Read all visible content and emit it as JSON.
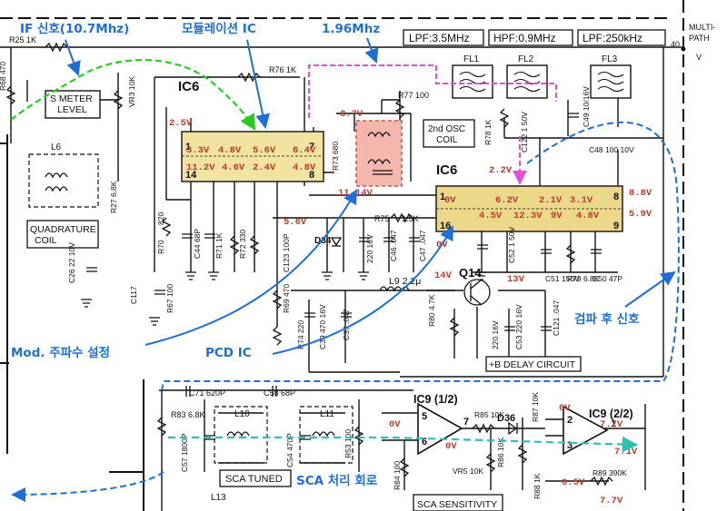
{
  "annotations": {
    "if_signal": "IF 신호(10.7Mhz)",
    "mod_ic": "모듈레이션 IC",
    "osc": "1.96Mhz",
    "mod_freq": "Mod. 주파수 설정",
    "pcd_ic": "PCD IC",
    "detected": "검파 후 신호",
    "sca": "SCA 처리 회로"
  },
  "filters": {
    "lpf1": "LPF:3.5MHz",
    "hpf": "HPF:0.9MHz",
    "lpf2": "LPF:250kHz"
  },
  "edge": {
    "multi": "MULTI-",
    "path": "PATH",
    "v": "V",
    "pin40": "40"
  },
  "labels": {
    "s_meter1": "S METER",
    "s_meter2": "LEVEL",
    "quad1": "QUADRATURE",
    "quad2": "COIL",
    "osc_coil1": "2nd OSC",
    "osc_coil2": "COIL",
    "sca_tuned": "SCA TUNED",
    "sca_sens": "SCA SENSITIVITY",
    "delay": "+B DELAY CIRCUIT",
    "ic6a": "IC6",
    "ic6b": "IC6",
    "ic9a": "IC9 (1/2)",
    "ic9b": "IC9 (2/2)",
    "q14": "Q14",
    "d36": "D36",
    "d34": "D34",
    "fl1": "FL1",
    "fl2": "FL2",
    "fl3": "FL3",
    "l6": "L6",
    "l9": "L9 2.2μ",
    "l10": "L10",
    "l11": "L11",
    "l13": "L13"
  },
  "components": {
    "r25": "R25 1K",
    "r68": "R68 470",
    "vr3": "VR3 10K",
    "r27": "R27 6.8K",
    "r76": "R76 1K",
    "r77": "R77 100",
    "r73": "R73 680",
    "r78": "R78 1K",
    "c122": "C122 1 50V",
    "c49": "C49 10/16V",
    "c48": "C48 100 10V",
    "r75": "R75",
    "r75v": "1.5K",
    "r70": "R70",
    "r70v": "820",
    "c44": "C44 68P",
    "r71": "R71 1K",
    "r72": "R72 330",
    "c26": "C26 22 10V",
    "c117": "C117",
    "r67": "R67 100",
    "c123": "C123 100P",
    "r69": "R69 470",
    "c46": "C46 .047",
    "c47": "C47 .047",
    "c52": "C52 1 50V",
    "c51": "C51 150V",
    "r79": "R79 6.8K",
    "c50": "C50 47P",
    "r80": "R80 4.7K",
    "c53": "C53 220 16V",
    "c121": "C121 .047",
    "r74": "R74 220",
    "c39": "C39 470 16V",
    "c37": "C37 .047",
    "c71": "C71 620P",
    "c58": "C58 68P",
    "r83": "R83 6.8K",
    "c57": "C57 1800P",
    "c54": "C54 470P",
    "r53": "R53 100",
    "r85": "R85 10K",
    "r86": "R86 10K",
    "r87": "R87 10K",
    "r88": "R88 1K",
    "r89": "R89 390K",
    "vr5": "VR5 10K",
    "r84": "R84 100",
    "c220": "220 16V",
    "c220b": "220 16V"
  },
  "voltages": {
    "v_25": "2.5V",
    "v_87": "8.7V",
    "v_56a": "5.6V",
    "v_1114": "11.14V",
    "ic6a_r1": [
      "3.3V",
      "4.8V",
      "5.6V",
      "6.4V"
    ],
    "ic6a_r2": [
      "11.2V",
      "4.6V",
      "2.4V",
      "4.8V"
    ],
    "ic6b_r1": [
      "0V",
      "6.2V",
      "2.1V",
      "3.1V"
    ],
    "ic6b_r2": [
      "4.5V",
      "12.3V",
      "9V",
      "4.8V"
    ],
    "v_22": "2.2V",
    "v_88": "8.8V",
    "v_59": "5.9V",
    "v_0a": "0V",
    "v_14": "14V",
    "v_13": "13V",
    "v_0b": "0V",
    "v_0c": "0V",
    "v_0d": "0V",
    "v_77a": "7.7V",
    "v_71": "7.1V",
    "v_05": "0.5V",
    "v_77b": "7.7V"
  },
  "pins": {
    "p14": "14",
    "p1": "1",
    "p7": "7",
    "p8": "8",
    "p16": "16",
    "p9": "9",
    "p5": "5",
    "p6": "6",
    "p7b": "7",
    "p2": "2",
    "p3": "3",
    "p1b": "1"
  },
  "colors": {
    "ink": "#111111",
    "ic_fill": "#f2e4a0",
    "ic_fill2": "#ecd88a",
    "pcd_fill": "#f3b7ae",
    "green": "#29cc1e",
    "pink": "#e34fd8",
    "blue": "#1f6fd6",
    "teal": "#2fbfb5",
    "red": "#c0392b"
  }
}
